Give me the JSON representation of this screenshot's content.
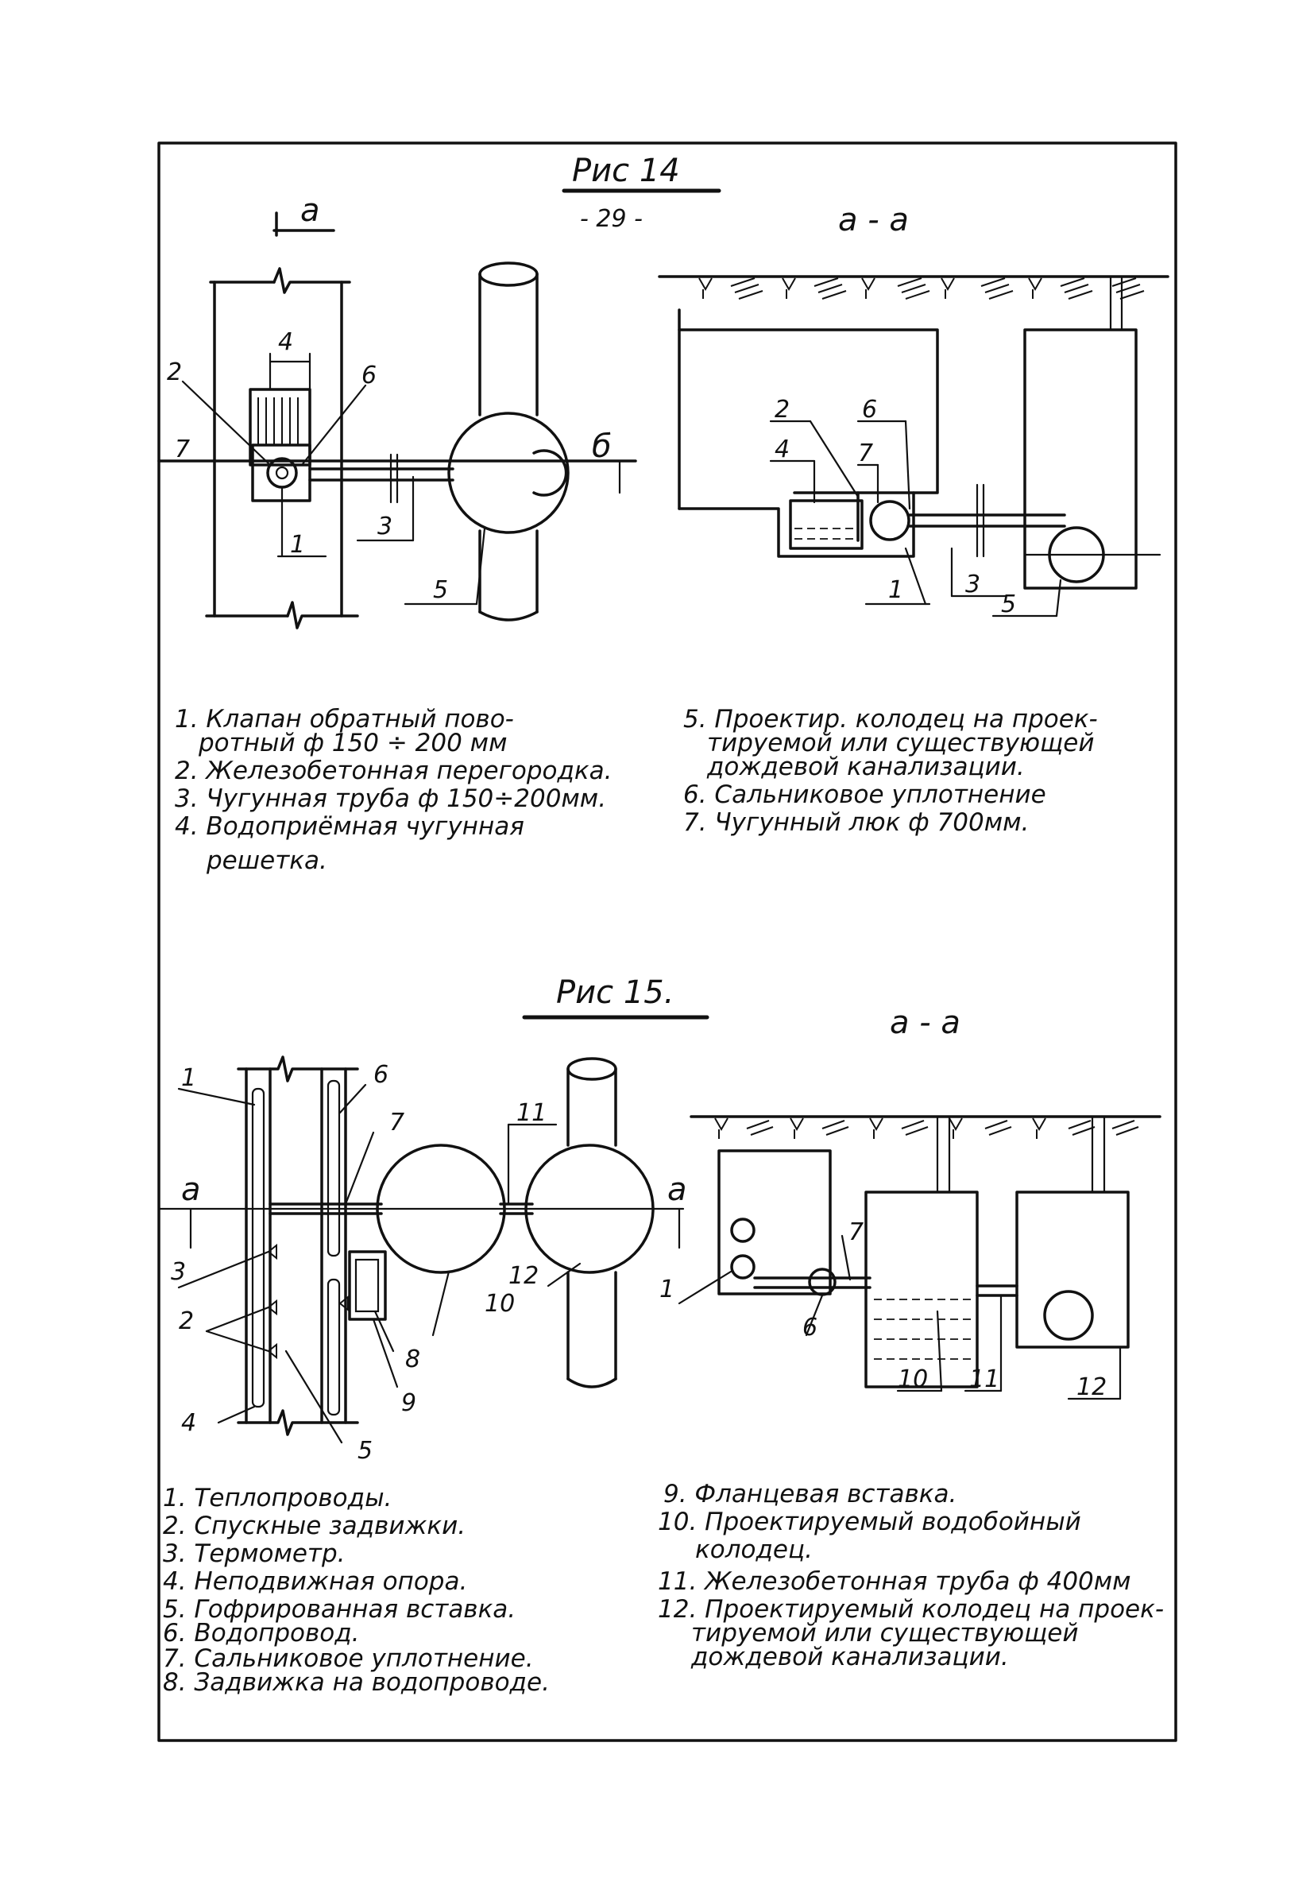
{
  "page_number": "- 29 -",
  "fig14": {
    "title": "Рис 14",
    "plan_tag": "а",
    "section_title": "а - а",
    "section_mark": "б",
    "plan_callouts": [
      "2",
      "4",
      "6",
      "7",
      "1",
      "3",
      "5"
    ],
    "section_callouts": [
      "2",
      "6",
      "4",
      "7",
      "1",
      "3",
      "5"
    ],
    "legend_left": [
      "1. Клапан обратный пово-",
      "ротный ф 150 ÷ 200 мм",
      "2. Железобетонная перегородка.",
      "3. Чугунная труба ф 150÷200мм.",
      "4. Водоприёмная чугунная",
      "решетка."
    ],
    "legend_right": [
      "5. Проектир. колодец на проек-",
      "тируемой или существующей",
      "дождевой канализации.",
      "6. Сальниковое уплотнение",
      "7. Чугунный люк ф 700мм."
    ]
  },
  "fig15": {
    "title": "Рис 15.",
    "section_title": "а - а",
    "plan_mark_left": "а",
    "plan_mark_right": "а",
    "plan_callouts": [
      "1",
      "6",
      "7",
      "11",
      "3",
      "2",
      "12",
      "10",
      "8",
      "9",
      "4",
      "5"
    ],
    "section_callouts": [
      "1",
      "7",
      "6",
      "10",
      "11",
      "12"
    ],
    "legend_left": [
      "1. Теплопроводы.",
      "2. Спускные задвижки.",
      "3. Термометр.",
      "4. Неподвижная опора.",
      "5. Гофрированная вставка.",
      "6. Водопровод.",
      "7. Сальниковое уплотнение.",
      "8. Задвижка на водопроводе."
    ],
    "legend_right": [
      "9. Фланцевая вставка.",
      "10. Проектируемый водобойный",
      "колодец.",
      "11. Железобетонная труба ф 400мм",
      "12. Проектируемый колодец на проек-",
      "тируемой или существующей",
      "дождевой канализации."
    ]
  }
}
